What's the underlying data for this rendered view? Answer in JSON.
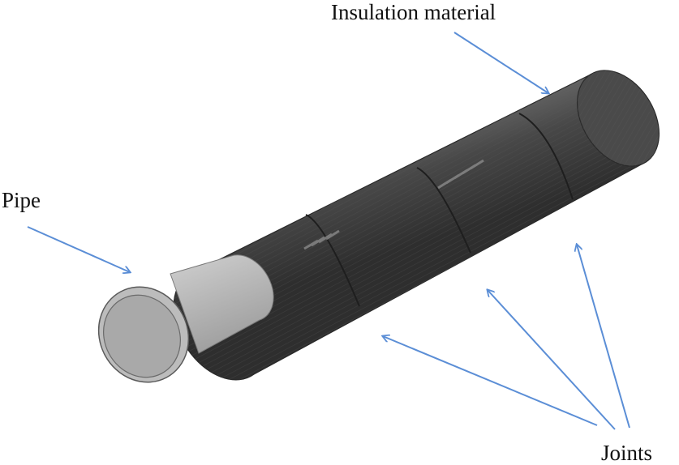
{
  "labels": {
    "insulation": "Insulation material",
    "pipe": "Pipe",
    "joints": "Joints"
  },
  "colors": {
    "arrow": "#5b8ed6",
    "insulation_dark": "#3a3a3a",
    "insulation_mid": "#4c4c4c",
    "insulation_light": "#6b6b6b",
    "pipe_outer": "#b7b7b7",
    "pipe_inner": "#a6a6a6",
    "joint_line": "#1e1e1e"
  },
  "diagram": {
    "joint_count": 3,
    "insulation_segments": 4
  }
}
